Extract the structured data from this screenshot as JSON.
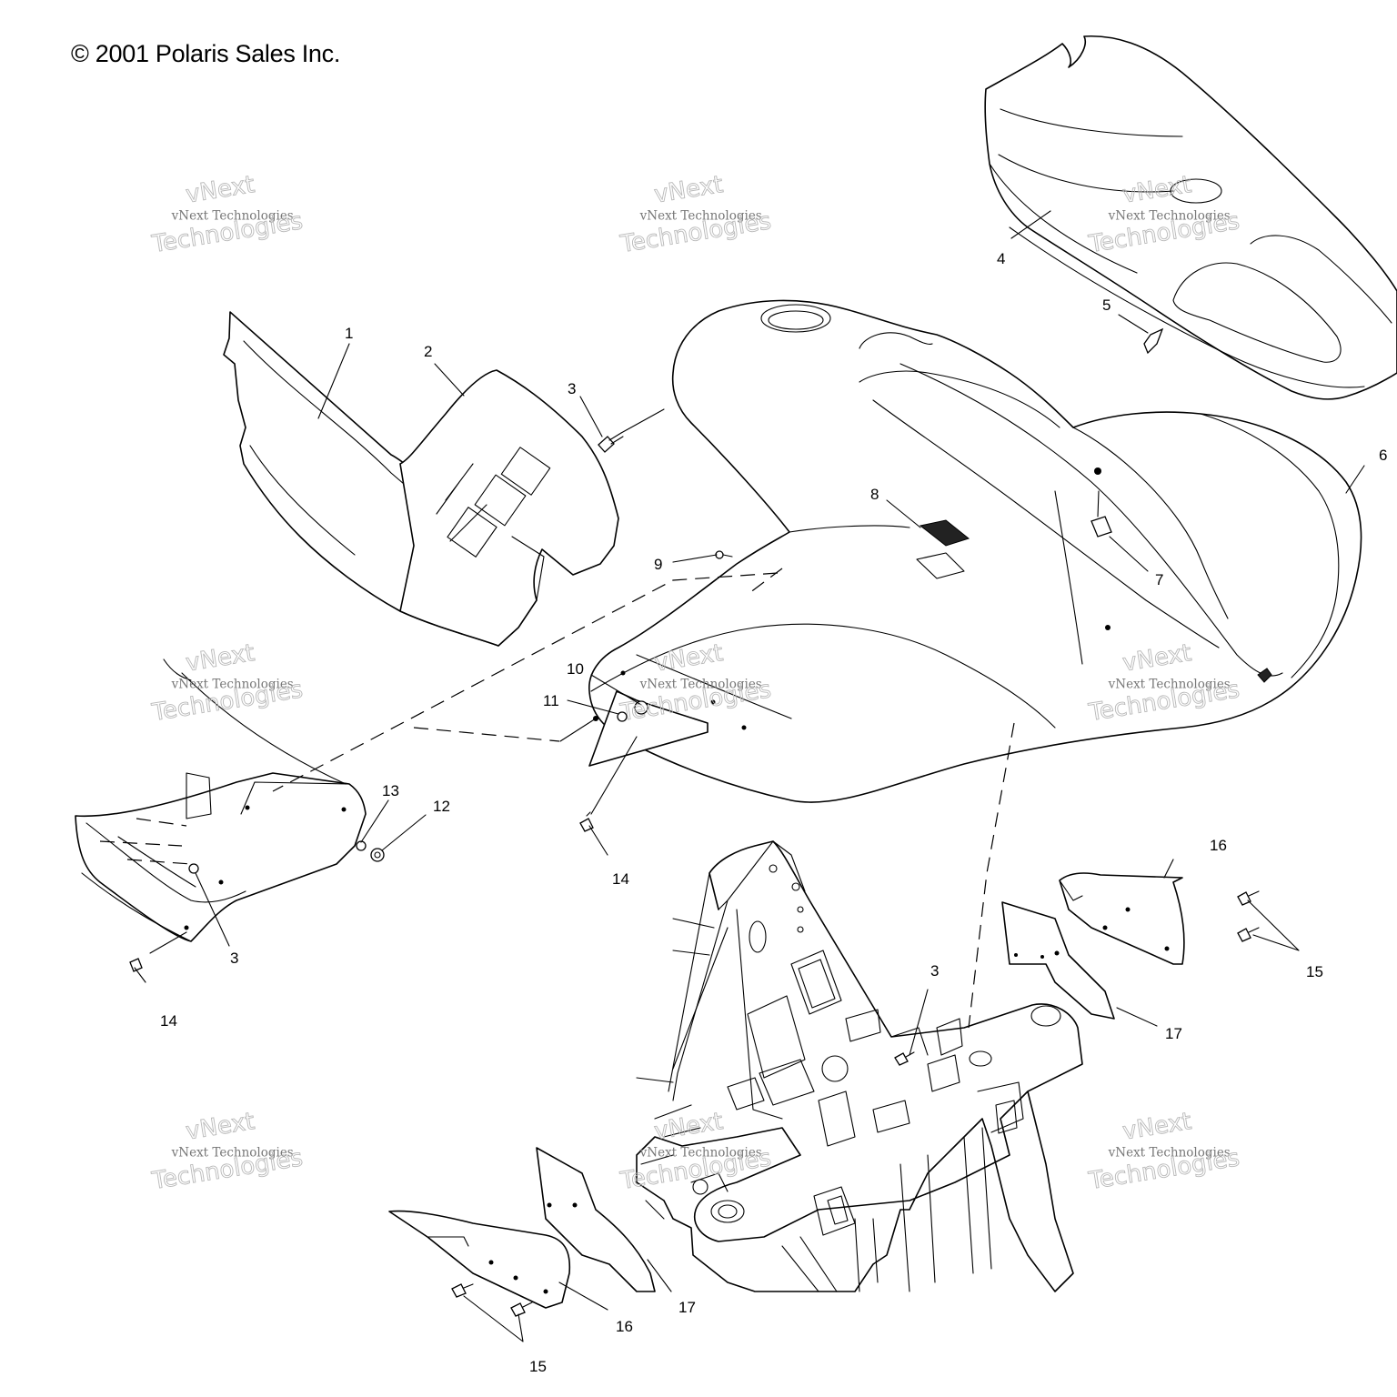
{
  "copyright": "© 2001 Polaris Sales Inc.",
  "watermark": {
    "line1": "vNext",
    "line2": "vNext Technologies",
    "line3": "Technologies"
  },
  "callouts": {
    "c1": "1",
    "c2": "2",
    "c3a": "3",
    "c3b": "3",
    "c3c": "3",
    "c4": "4",
    "c5": "5",
    "c6": "6",
    "c7": "7",
    "c8": "8",
    "c9": "9",
    "c10": "10",
    "c11": "11",
    "c12": "12",
    "c13": "13",
    "c14a": "14",
    "c14b": "14",
    "c15a": "15",
    "c15b": "15",
    "c16a": "16",
    "c16b": "16",
    "c17a": "17",
    "c17b": "17"
  },
  "colors": {
    "line": "#000000",
    "watermark": "#9a9a9a",
    "background": "#ffffff"
  }
}
